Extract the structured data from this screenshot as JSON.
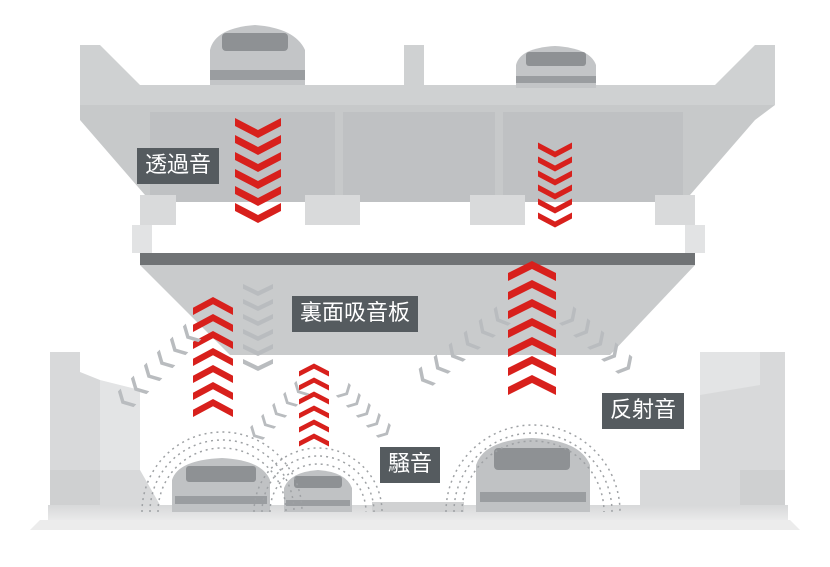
{
  "labels": {
    "transmitted_sound": "透過音",
    "underside_absorber": "裏面吸音板",
    "reflected_sound": "反射音",
    "noise": "騒音"
  },
  "colors": {
    "sound_arrow": "#d8201c",
    "reflected_arrow": "#b9bcbf",
    "structure": "#cfd1d2",
    "label_bg": "#555b5f"
  }
}
